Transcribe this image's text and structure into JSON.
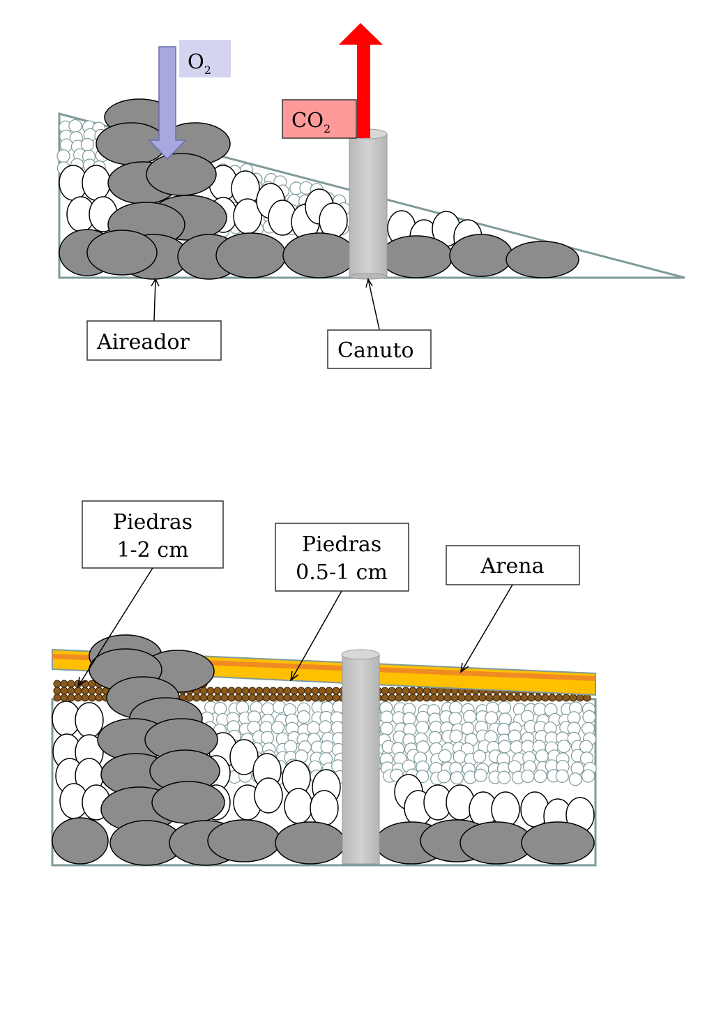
{
  "top_diagram": {
    "o2": {
      "base": "O",
      "sub": "2"
    },
    "co2": {
      "base": "CO",
      "sub": "2"
    },
    "aireador": "Aireador",
    "canuto": "Canuto"
  },
  "bottom_diagram": {
    "piedras_grandes": [
      "Piedras",
      "1-2 cm"
    ],
    "piedras_medianas": [
      "Piedras",
      "0.5-1 cm"
    ],
    "arena": "Arena"
  },
  "colors": {
    "stone": "#8c8c8c",
    "pebble": "#ffffff",
    "outline": "#7f9a9a",
    "pipe": "#c8c8c8",
    "o2_arrow": "#a8a8e0",
    "o2_box": "#d4d4f0",
    "co2_arrow": "#ff0000",
    "co2_box": "#ff9a9a",
    "sand_yellow": "#ffc000",
    "sand_orange": "#f08a24",
    "gravel": "#8b5a1e"
  }
}
